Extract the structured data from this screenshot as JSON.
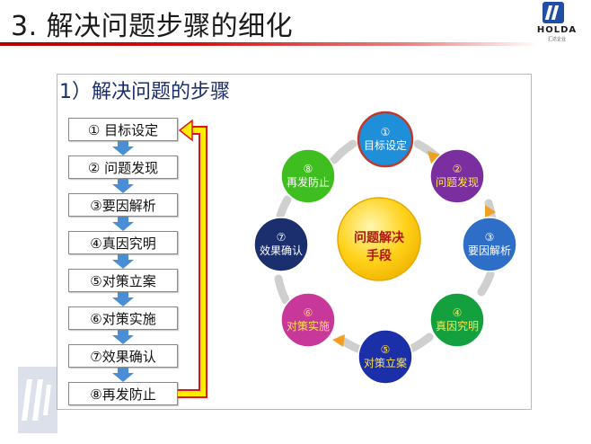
{
  "slide": {
    "title": "3. 解决问题步骤的细化",
    "logo_text": "HOLDA",
    "logo_subtext": "汇达企业"
  },
  "panel": {
    "title": "1）解决问题的步骤"
  },
  "steps": [
    "① 目标设定",
    "② 问题发现",
    "③要因解析",
    "④真因究明",
    "⑤对策立案",
    "⑥对策实施",
    "⑦效果确认",
    "⑧再发防止"
  ],
  "cycle": {
    "center_line1": "问题解决",
    "center_line2": "手段",
    "nodes": [
      {
        "num": "①",
        "label": "目标设定",
        "color": "#1e8fd8",
        "text_color": "#ffffff"
      },
      {
        "num": "②",
        "label": "问题发现",
        "color": "#7a2ea0",
        "text_color": "#ffe44d"
      },
      {
        "num": "③",
        "label": "要因解析",
        "color": "#2f6ec6",
        "text_color": "#ffffff"
      },
      {
        "num": "④",
        "label": "真因究明",
        "color": "#14a03f",
        "text_color": "#ffe44d"
      },
      {
        "num": "⑤",
        "label": "对策立案",
        "color": "#1a2fa8",
        "text_color": "#ffe44d"
      },
      {
        "num": "⑥",
        "label": "对策实施",
        "color": "#c8379a",
        "text_color": "#ffe44d"
      },
      {
        "num": "⑦",
        "label": "效果确认",
        "color": "#1b2e6e",
        "text_color": "#ffffff"
      },
      {
        "num": "⑧",
        "label": "再发防止",
        "color": "#3fbf1f",
        "text_color": "#ffffff"
      }
    ]
  },
  "colors": {
    "title_rule": "#b30000",
    "center_circle": "#ffd21a",
    "feedback_arrow": "#ffee00",
    "feedback_arrow_border": "#e0141b",
    "down_arrow": "#4a8fd6"
  }
}
